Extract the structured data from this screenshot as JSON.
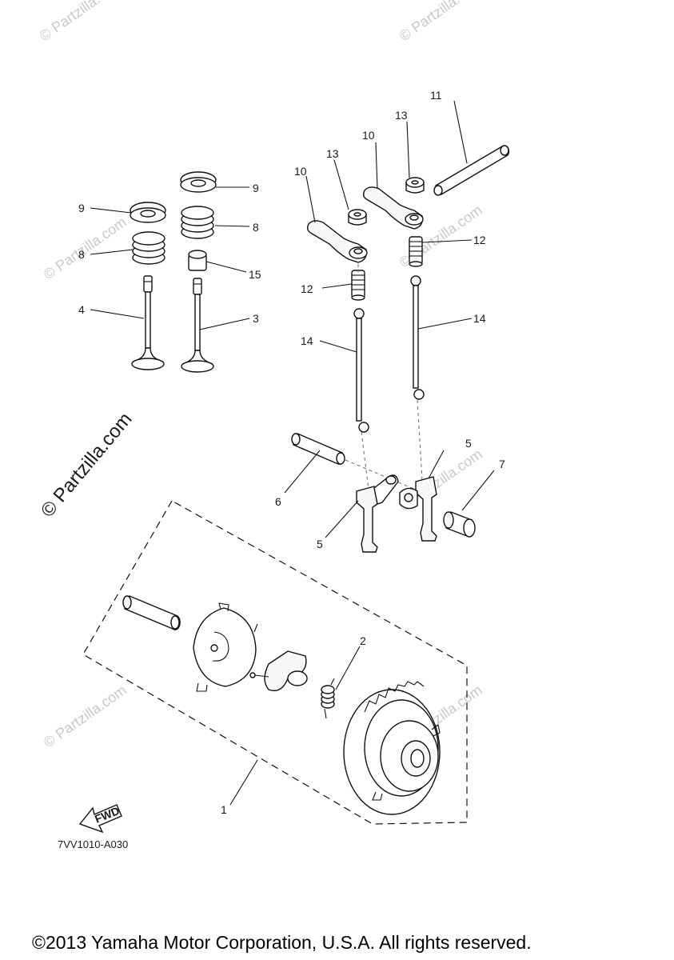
{
  "watermark": {
    "small": "© Partzilla.com",
    "large": "© Partzilla.com"
  },
  "callouts": {
    "c1": "1",
    "c2": "2",
    "c3": "3",
    "c4": "4",
    "c5a": "5",
    "c5b": "5",
    "c6": "6",
    "c7": "7",
    "c8a": "8",
    "c8b": "8",
    "c9a": "9",
    "c9b": "9",
    "c10a": "10",
    "c10b": "10",
    "c11": "11",
    "c12a": "12",
    "c12b": "12",
    "c13a": "13",
    "c13b": "13",
    "c14a": "14",
    "c14b": "14",
    "c15": "15"
  },
  "fwd_label": "FWD",
  "diagram_code": "7VV1010-A030",
  "copyright": "©2013 Yamaha Motor Corporation, U.S.A. All rights reserved."
}
